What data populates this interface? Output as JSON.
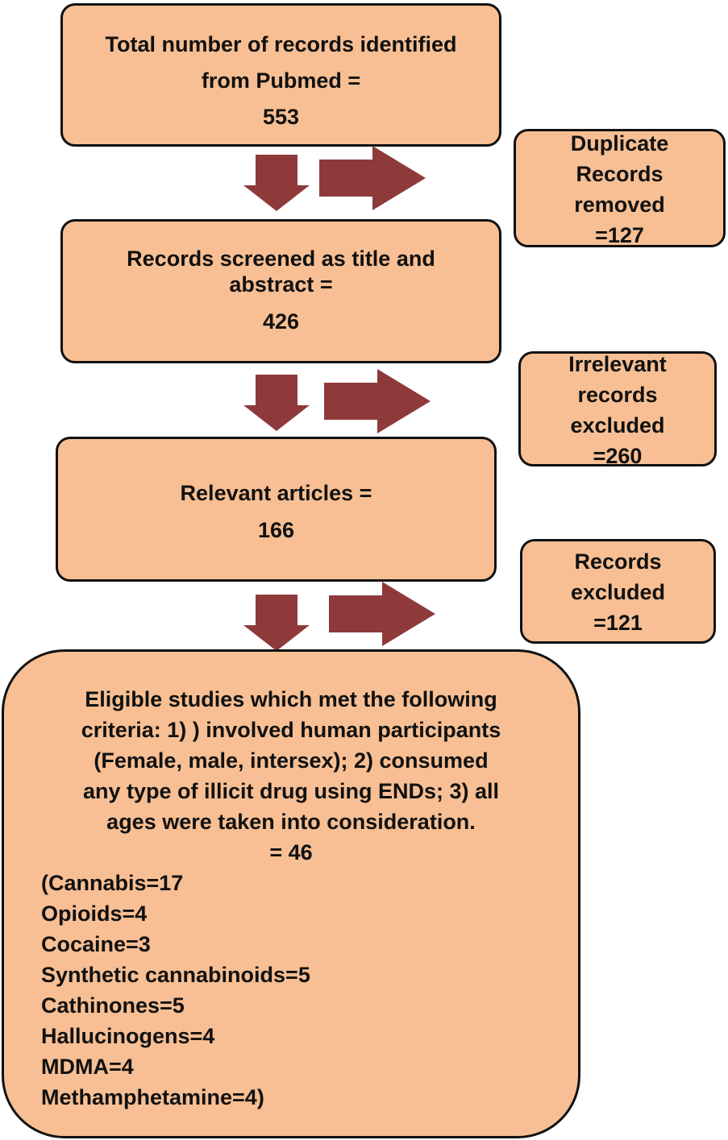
{
  "colors": {
    "box_fill": "#f7bf93",
    "border": "#111111",
    "arrow": "#8f3a3a"
  },
  "boxes": {
    "identified": {
      "lines": [
        "Total number of records identified",
        "from Pubmed =",
        "553"
      ]
    },
    "screened": {
      "lines": [
        "Records screened as title and",
        "abstract =",
        "426"
      ]
    },
    "relevant": {
      "lines": [
        "Relevant articles =",
        "166"
      ]
    },
    "eligible": {
      "criteria_lines": [
        "Eligible studies which met the following",
        "criteria: 1) ) involved human participants",
        "(Female, male, intersex); 2) consumed",
        "any type of illicit drug using ENDs; 3) all",
        "ages were taken into consideration."
      ],
      "total": "= 46",
      "breakdown": [
        "(Cannabis=17",
        "Opioids=4",
        "Cocaine=3",
        "Synthetic cannabinoids=5",
        "Cathinones=5",
        "Hallucinogens=4",
        "MDMA=4",
        "Methamphetamine=4)"
      ]
    }
  },
  "side_boxes": {
    "duplicates": {
      "lines": [
        "Duplicate",
        "Records",
        "removed",
        "=127"
      ]
    },
    "irrelevant": {
      "lines": [
        "Irrelevant",
        "records",
        "excluded",
        "=260"
      ]
    },
    "excluded": {
      "lines": [
        "Records",
        "excluded",
        "=121"
      ]
    }
  }
}
